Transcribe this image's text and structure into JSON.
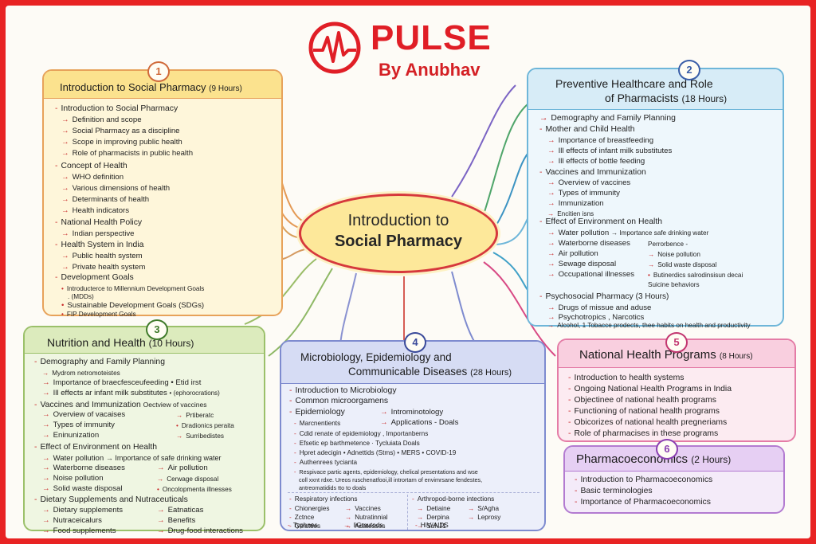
{
  "brand": {
    "word": "PULSE",
    "sub": "By Anubhav",
    "color": "#e01e26"
  },
  "center": {
    "line1": "Introduction to",
    "line2": "Social Pharmacy"
  },
  "b1": {
    "num": "1",
    "title": "Introduction to Social Pharmacy",
    "hours": "(9 Hours)",
    "items": [
      "Introduction to Social Pharmacy",
      "Definition and scope",
      "Social Pharmacy as a discipline",
      "Scope in improving public health",
      "Role of pharmacists in public health",
      "Concept of Health",
      "WHO definition",
      "Various dimensions of health",
      "Determinants of health",
      "Health indicators",
      "National Health Policy",
      "Indian perspective",
      "Health System in India",
      "Public health system",
      "Private health system",
      "Development Goals",
      "Introductercе to Millennium Development Goals",
      ". (MDDs)",
      "Sustainable Development Goals (SDGs)",
      "FIP Development Goals"
    ]
  },
  "b2": {
    "num": "2",
    "title1": "Preventive Healthcare and Role",
    "title2": "of Pharmacists",
    "hours": "(18 Hours)",
    "items": [
      "Demography and Family Planning",
      "Mother and Child Health",
      "Importance of breastfeeding",
      "Ill effects of infant milk substitutes",
      "Ill effects of bottle feeding",
      "Vaccines and Immunization",
      "Overview of vaccines",
      "Types of immunity",
      "Immunization",
      "Encitien isns",
      "Effect of Environment on Health",
      "Water pollution",
      "Importance safe drinking water",
      "Waterborne diseases",
      "Perrorbence -",
      "Air pollution",
      "Noise pollution",
      "Sewage disposal",
      "Solid waste disposal",
      "Occupational illnesses",
      "Butinerdics salrodinsisun decai",
      "Suicine behaviors",
      "Psychosocial Pharmacy",
      "(3 Hours)",
      "Drugs of missue and aduse",
      "Psychotropics , Narcotics",
      "Alcohol, 1 Tobacce prodects, thee habits on health and productivity"
    ]
  },
  "b3": {
    "num": "3",
    "title": "Nutrition and Health",
    "hours": "(10 Hours)",
    "items": [
      "Demography and Family Planning",
      "Mydrom netromoteistes",
      "Importance of braecfesceufeeding",
      "Etid irst",
      "Ill effects ar infant milk substitutes",
      "(ephorocrations)",
      "Vaccines and Immunization",
      "Oectview of vaccines",
      "Overview of vacaises",
      "Prtiberatc",
      "Types of immunity",
      "Dradionics peraita",
      "Eninunization",
      "Surribedistes",
      "Effect of Environment on Health",
      "Water pollution",
      "Importance of safe drinking water",
      "Waterborne diseases",
      "Air pollution",
      "Noise pollution",
      "Cerwage disposal",
      "Solid waste disposal",
      "Oncolopmenta illnesses",
      "Dietary Supplements and Nutraceuticals",
      "Dietary supplements",
      "Eatnaticas",
      "Nutraceicalurs",
      "Benefits",
      "Food supplements",
      "Drug-food interactions"
    ]
  },
  "b4": {
    "num": "4",
    "title1": "Microbiology, Epidemiology and",
    "title2": "Communicable Diseases",
    "hours": "(28 Hours)",
    "items": [
      "Introduction to Microbiology",
      "Common microorgamens",
      "Epidemiology",
      "Introminotology",
      "Marcnentients",
      "Applications",
      "- Doals",
      "Cdid renate of epidemiology , Importanberns",
      "Efsetic ep barthmetence · Tycluiata Doals",
      "Hpret adecigin",
      "Adnettids (Stms)",
      "MERS",
      "COVID-19",
      "Authenrees tycianta",
      "Respivace partic agents, epidemiology, chelical presentations and wse",
      "coll xxnt rdxe. Ureos ruschenatfooi,ill intrortarn of envimrsane fendestes,",
      "antreomatidids tto to doals",
      "Respiratory infections",
      "Chionergies",
      "Vaccines",
      "Zctnce",
      "Nutratinnial",
      "Gelutties",
      "Adatesses",
      "Typhnes",
      "IiGmutods",
      "Arthropod-borne intections",
      "Detiaine",
      "S/Agha",
      "Derpina",
      "Leprosy",
      "SuNJ1",
      "HIV/AIDS"
    ]
  },
  "b5": {
    "num": "5",
    "title": "National Health Programs",
    "hours": "(8 Hours)",
    "items": [
      "Introduction to health systems",
      "Ongoing National Health Programs in India",
      "Objectinee of national health programs",
      "Functioning of national health programs",
      "Obicorizes of national health pregneriams",
      "Role of pharmacises in these programs"
    ]
  },
  "b6": {
    "num": "6",
    "title": "Pharmacoeconomics",
    "hours": "(2 Hours)",
    "items": [
      "Introduction to Pharmacoeconomics",
      "Basic terminologies",
      "Importance of Pharmacoeconomics"
    ]
  }
}
